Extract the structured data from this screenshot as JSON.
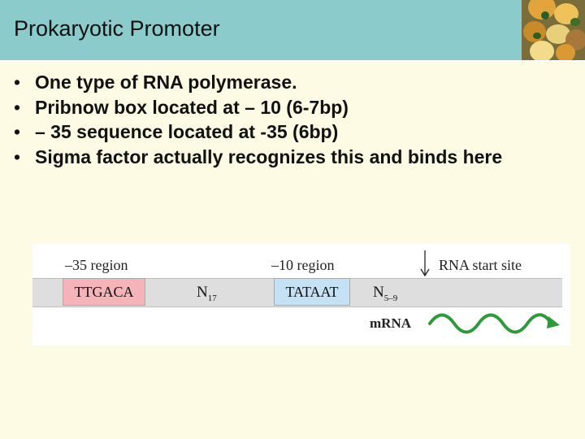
{
  "slide": {
    "title": "Prokaryotic Promoter",
    "bullet_glyph": "•",
    "bullets": [
      "One type of RNA polymerase.",
      "Pribnow box located at – 10 (6-7bp)",
      "– 35 sequence located at -35 (6bp)",
      "Sigma factor actually recognizes this and binds here"
    ]
  },
  "figure": {
    "region_35_label": "–35 region",
    "region_10_label": "–10 region",
    "start_site_label": "RNA start site",
    "seq_35": "TTGACA",
    "seq_10": "TATAAT",
    "n17_base": "N",
    "n17_sub": "17",
    "n59_base": "N",
    "n59_sub": "5–9",
    "mrna_label": "mRNA",
    "colors": {
      "box_35": "#f4b4b9",
      "box_10": "#c5e2f5",
      "mrna_wave": "#2e9a3c",
      "title_bar": "#8bcbcb",
      "slide_bg": "#fdfbe3"
    },
    "icons": [
      "down-arrow-icon",
      "wavy-arrow-icon"
    ]
  }
}
